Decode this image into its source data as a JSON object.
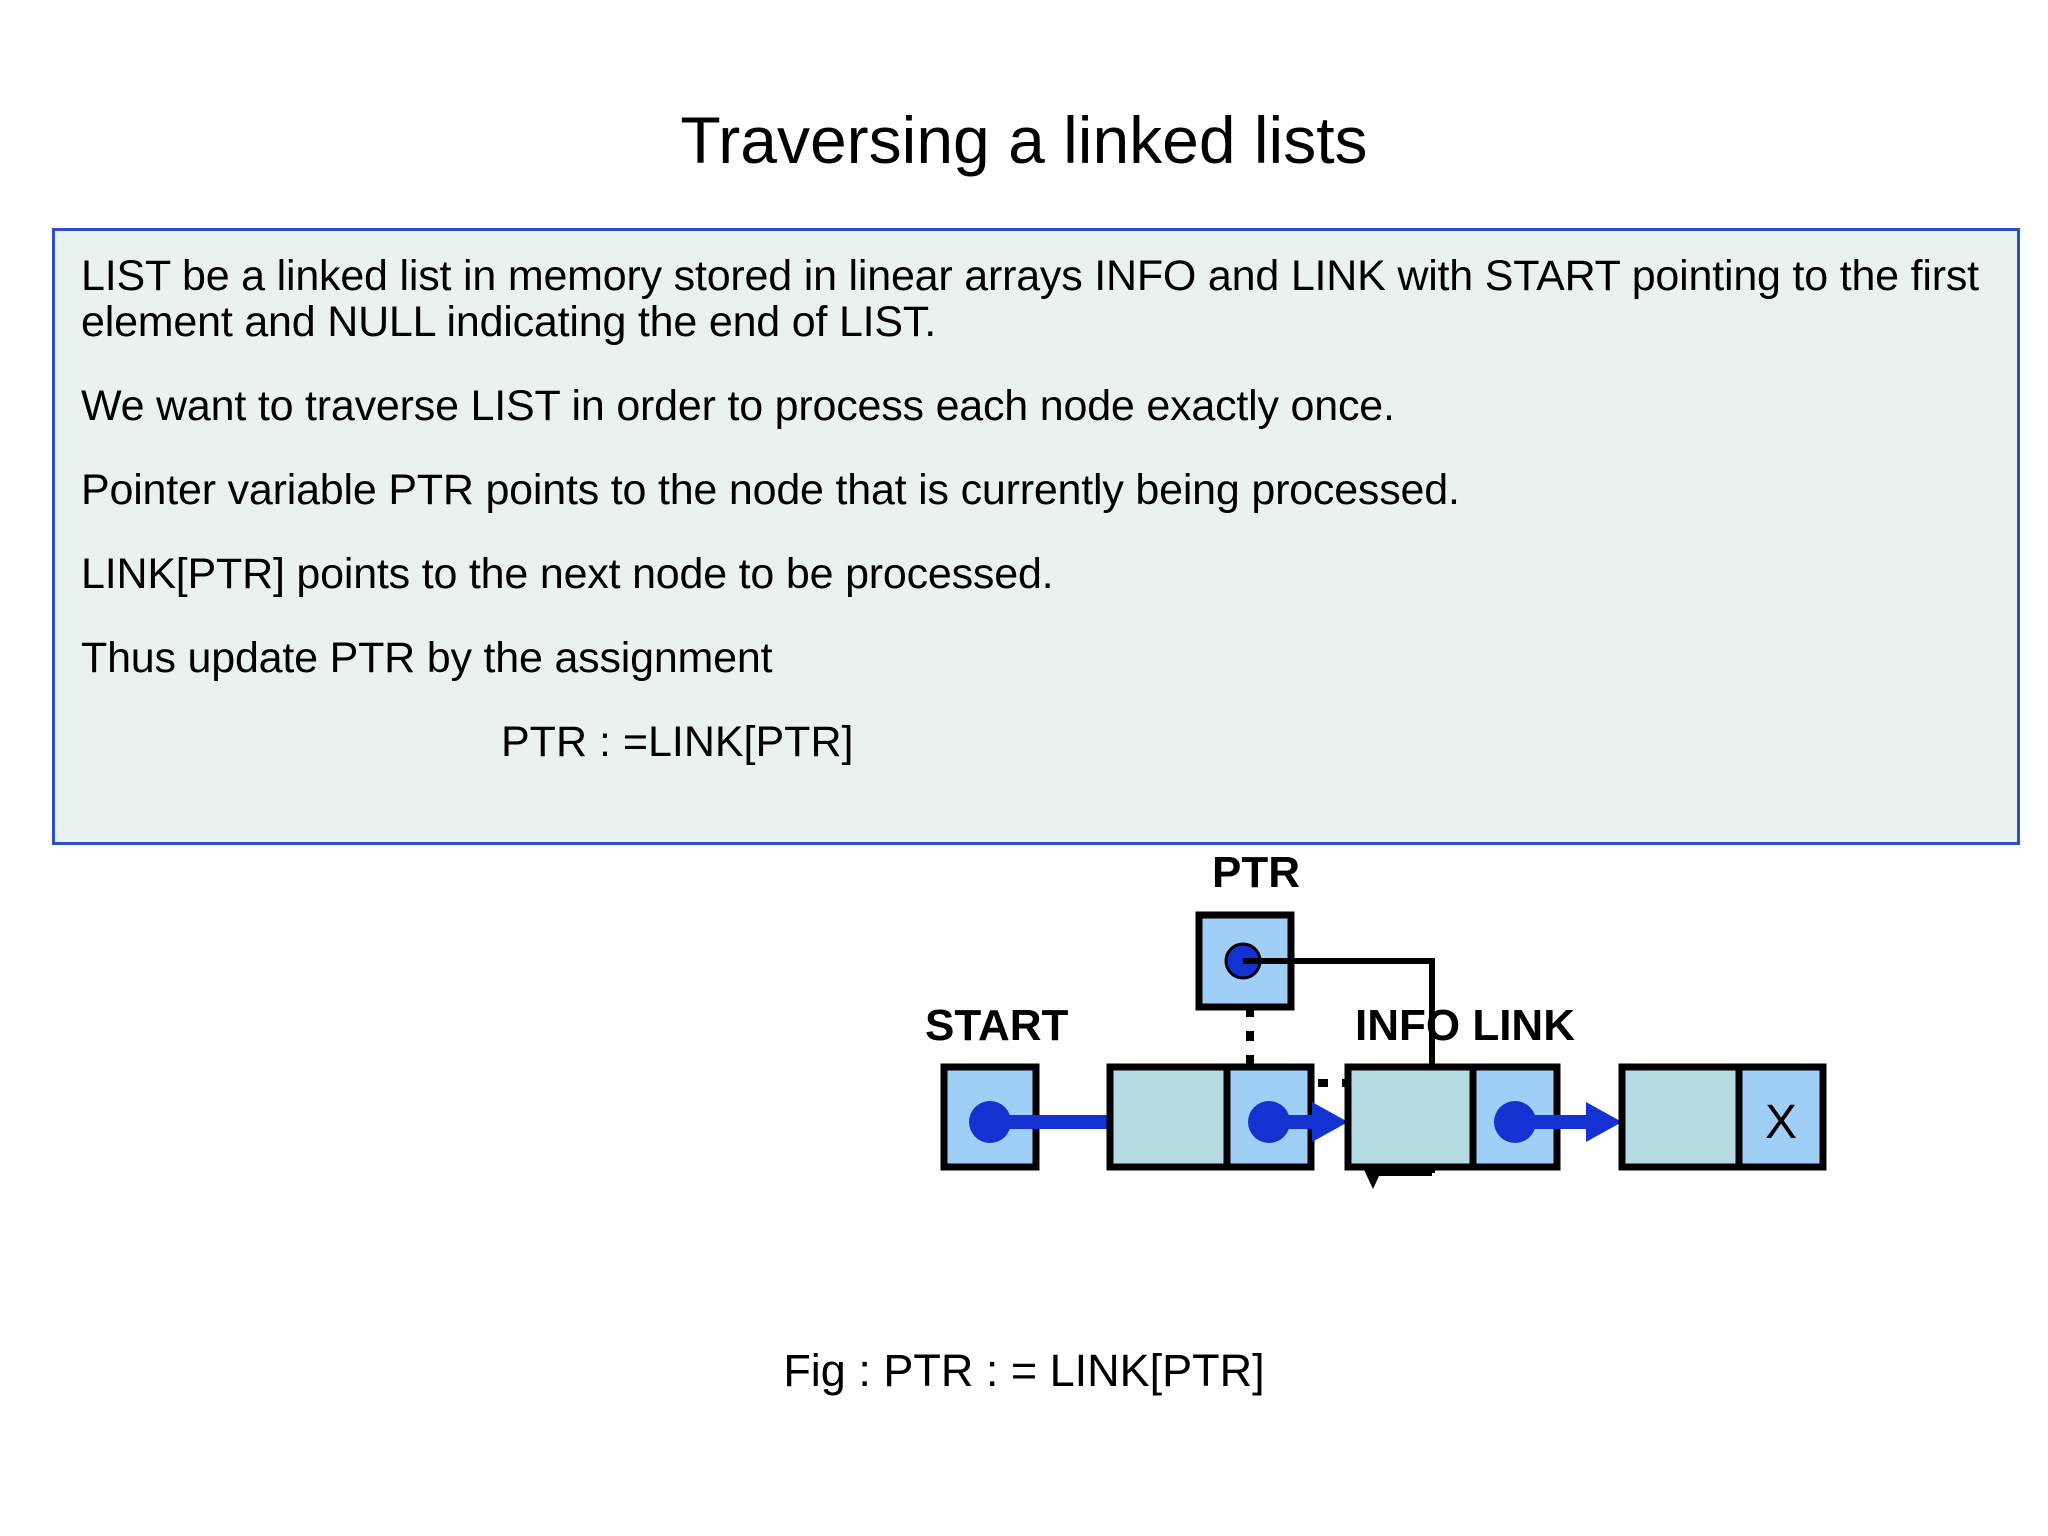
{
  "slide": {
    "title": "Traversing a linked lists"
  },
  "text_box": {
    "background_color": "#E9F2F1",
    "border_color": "#2B50C8",
    "paragraphs": [
      "LIST be a linked list in memory stored in linear arrays INFO and LINK with START pointing to the first element and NULL indicating the end of LIST.",
      "We want to traverse LIST in order to process each node exactly once.",
      "Pointer variable PTR points to the node that is currently being processed.",
      "LINK[PTR] points to the next node to be processed.",
      "Thus update PTR by the assignment"
    ],
    "assignment": "PTR : =LINK[PTR]"
  },
  "diagram": {
    "labels": {
      "ptr": "PTR",
      "start": "START",
      "info_link": "INFO LINK",
      "null_marker": "X"
    },
    "colors": {
      "info_cell": "#B6DCE3",
      "link_cell": "#9FCEF6",
      "pointer_dot": "#1432D2",
      "arrow": "#1432D2",
      "outline": "#000000"
    },
    "nodes": [
      {
        "info": "",
        "link": "dot"
      },
      {
        "info": "",
        "link": "dot"
      },
      {
        "info": "",
        "link": "X"
      }
    ]
  },
  "caption": {
    "text": "Fig : PTR : = LINK[PTR]"
  }
}
